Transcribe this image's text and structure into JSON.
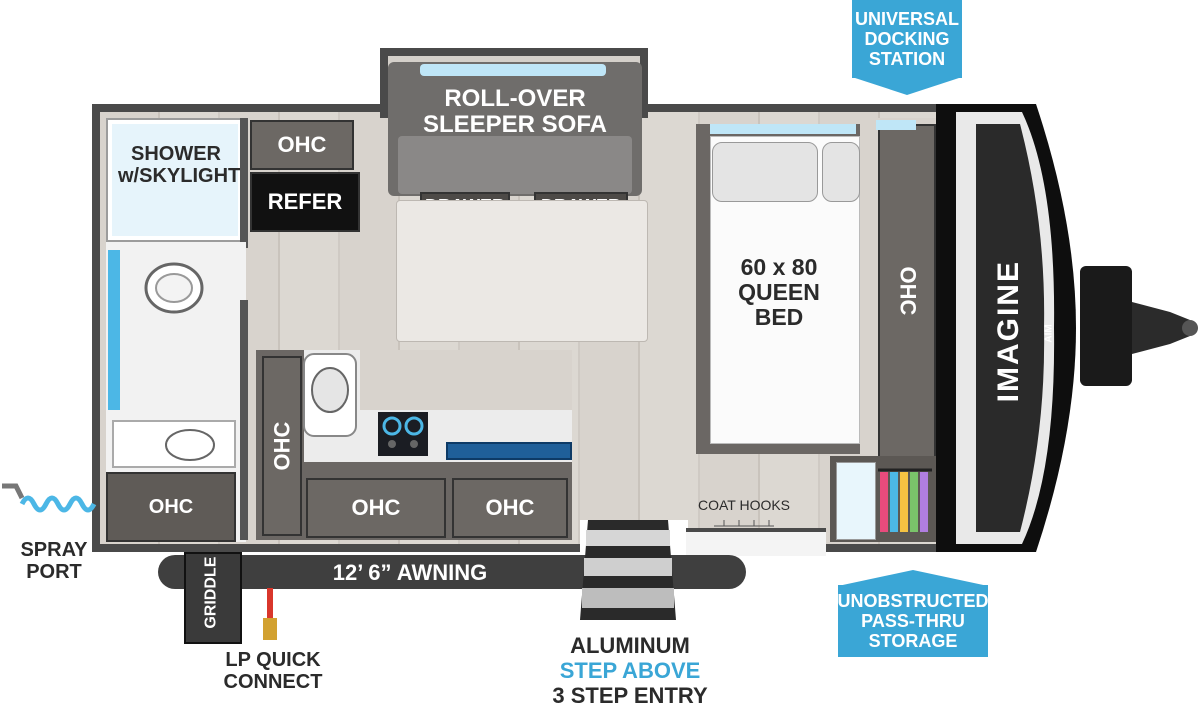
{
  "callouts": {
    "docking": "UNIVERSAL\nDOCKING\nSTATION",
    "passthru": "UNOBSTRUCTED\nPASS-THRU\nSTORAGE"
  },
  "rooms": {
    "sofa": "ROLL-OVER\nSLEEPER SOFA",
    "shower": "SHOWER\nw/SKYLIGHT",
    "ohc_top": "OHC",
    "refer": "REFER",
    "drawer_left": "DRAWER",
    "drawer_right": "DRAWER",
    "bed": "60 x 80\nQUEEN\nBED",
    "ohc_front": "OHC",
    "ohc_kitchen_side": "OHC",
    "ohc_kitchen_1": "OHC",
    "ohc_kitchen_2": "OHC",
    "ohc_bath": "OHC",
    "coat_hooks": "COAT HOOKS"
  },
  "exterior": {
    "awning": "12’ 6” AWNING",
    "griddle": "GRIDDLE",
    "spray_port": "SPRAY\nPORT",
    "lp_connect": "LP QUICK\nCONNECT",
    "step_line1": "ALUMINUM",
    "step_line2": "STEP ABOVE",
    "step_line3": "3 STEP ENTRY"
  },
  "brand": {
    "logo": "IMAGINE",
    "sub": "AIM"
  },
  "colors": {
    "callout": "#3aa6d6",
    "step_accent": "#3aa6d6",
    "cabinet": "#5b5752",
    "wall": "#4a4a4a"
  }
}
